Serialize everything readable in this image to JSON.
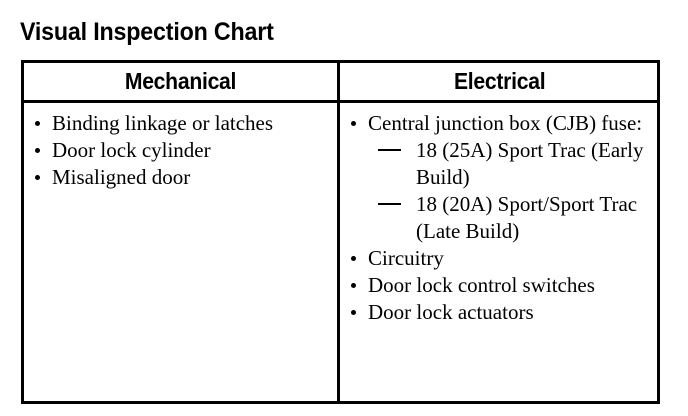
{
  "document": {
    "title": "Visual Inspection Chart",
    "table": {
      "columns": [
        {
          "header": "Mechanical"
        },
        {
          "header": "Electrical"
        }
      ],
      "mechanical_items": [
        {
          "text": "Binding linkage or latches"
        },
        {
          "text": "Door lock cylinder"
        },
        {
          "text": "Misaligned door"
        }
      ],
      "electrical_items": [
        {
          "text": "Central junction box (CJB) fuse:",
          "subitems": [
            {
              "text": "18 (25A) Sport Trac (Early Build)"
            },
            {
              "text": "18 (20A) Sport/Sport Trac (Late Build)"
            }
          ]
        },
        {
          "text": "Circuitry",
          "subitems": []
        },
        {
          "text": "Door lock control switches",
          "subitems": []
        },
        {
          "text": "Door lock actuators",
          "subitems": []
        }
      ]
    }
  },
  "colors": {
    "ink": "#000000",
    "paper": "#ffffff"
  }
}
